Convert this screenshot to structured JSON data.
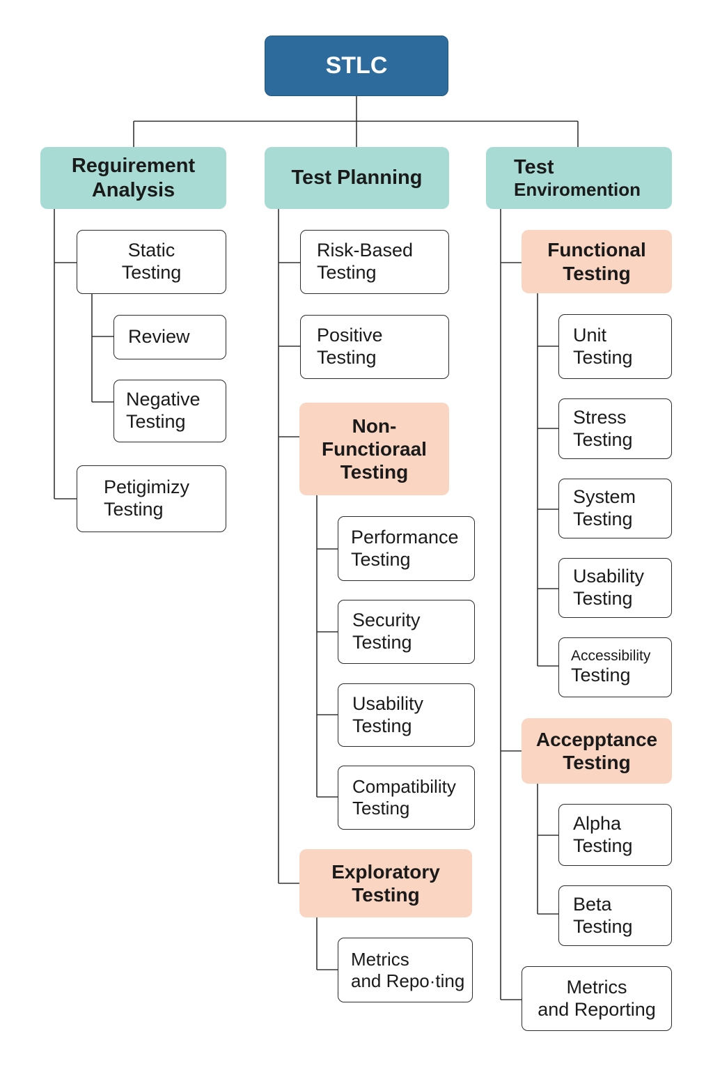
{
  "root": {
    "label": "STLC"
  },
  "columns": [
    {
      "title": [
        "Reguirement",
        "Analysis"
      ],
      "items": [
        {
          "label": [
            "Static",
            "Testing"
          ],
          "children": [
            {
              "label": [
                "Review"
              ]
            },
            {
              "label": [
                "Negative",
                "Testing"
              ]
            }
          ]
        },
        {
          "label": [
            "Petigimizy",
            "Testing"
          ]
        }
      ]
    },
    {
      "title": [
        "Test Planning"
      ],
      "items": [
        {
          "label": [
            "Risk-Based",
            "Testing"
          ]
        },
        {
          "label": [
            "Positive",
            "Testing"
          ]
        },
        {
          "label": [
            "Non-",
            "Functioraal",
            "Testing"
          ],
          "group": true,
          "children": [
            {
              "label": [
                "Performance",
                "Testing"
              ]
            },
            {
              "label": [
                "Security",
                "Testing"
              ]
            },
            {
              "label": [
                "Usability",
                "Testing"
              ]
            },
            {
              "label": [
                "Compatibility",
                "Testing"
              ]
            }
          ]
        },
        {
          "label": [
            "Exploratory",
            "Testing"
          ],
          "group": true,
          "children": [
            {
              "label": [
                "Metrics",
                "and Repo·ting"
              ]
            }
          ]
        }
      ]
    },
    {
      "title": [
        "Test",
        "Enviromention"
      ],
      "items": [
        {
          "label": [
            "Functional",
            "Testing"
          ],
          "group": true,
          "children": [
            {
              "label": [
                "Unit",
                "Testing"
              ]
            },
            {
              "label": [
                "Stress",
                "Testing"
              ]
            },
            {
              "label": [
                "System",
                "Testing"
              ]
            },
            {
              "label": [
                "Usability",
                "Testing"
              ]
            },
            {
              "label": [
                "Accessibility",
                "Testing"
              ]
            }
          ]
        },
        {
          "label": [
            "Accepptance",
            "Testing"
          ],
          "group": true,
          "children": [
            {
              "label": [
                "Alpha",
                "Testing"
              ]
            },
            {
              "label": [
                "Beta",
                "Testing"
              ]
            }
          ]
        },
        {
          "label": [
            "Metrics",
            "and Reporting"
          ]
        }
      ]
    }
  ],
  "colors": {
    "root": "#2c6b9c",
    "phase": "#a8dbd3",
    "group": "#f9d5c2",
    "line": "#333333"
  }
}
